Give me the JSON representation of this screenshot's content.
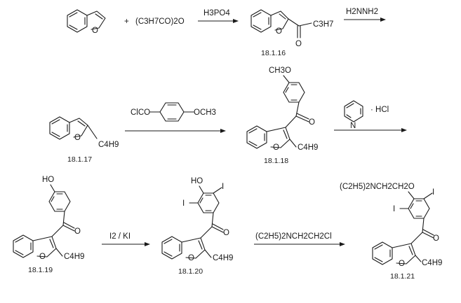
{
  "reagents": {
    "anhydride": "(C3H7CO)2O",
    "plus": "+",
    "h3po4": "H3PO4",
    "hydrazine": "H2NNH2",
    "aroyl_chloride_left": "ClCO",
    "aroyl_chloride_right": "OCH3",
    "pyridine_n": "N",
    "hcl": "· HCl",
    "iodination": "I2 / KI",
    "amine_chloride": "(C2H5)2NCH2CH2Cl"
  },
  "atoms": {
    "o": "O",
    "c3h7": "C3H7",
    "c4h9": "C4H9",
    "ch3o": "CH3O",
    "ho": "HO",
    "i": "I",
    "ether_chain": "(C2H5)2NCH2CH2O"
  },
  "compounds": {
    "c16": "18.1.16",
    "c17": "18.1.17",
    "c18": "18.1.18",
    "c19": "18.1.19",
    "c20": "18.1.20",
    "c21": "18.1.21"
  }
}
